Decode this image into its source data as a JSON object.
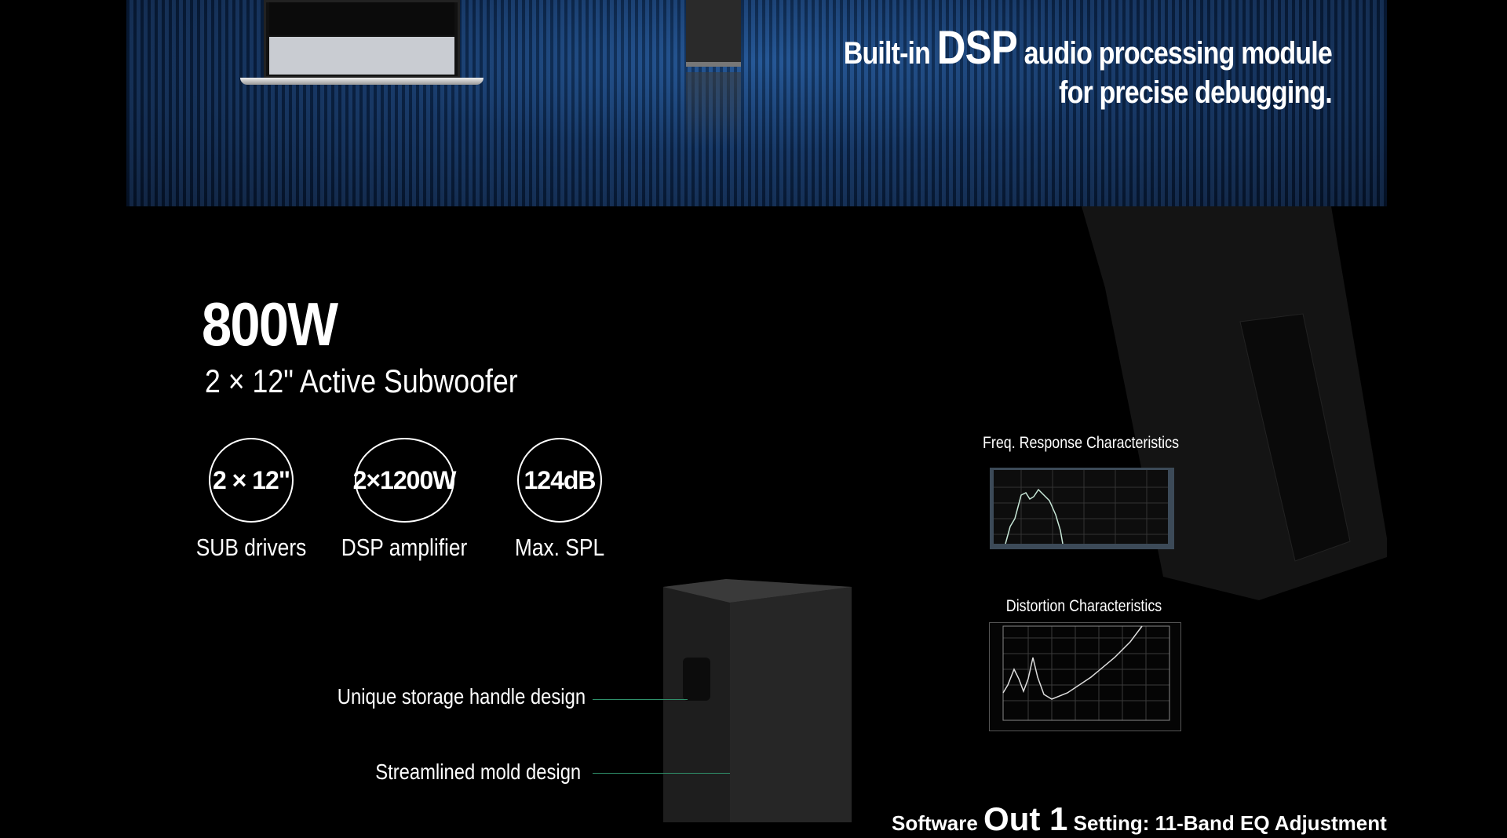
{
  "banner": {
    "headline_prefix": "Built-in",
    "headline_emphasis": "DSP",
    "headline_suffix": "audio processing module",
    "headline_line2": "for precise debugging."
  },
  "product": {
    "title": "800W",
    "subtitle": "2 × 12\"  Active Subwoofer"
  },
  "specs": [
    {
      "value": "2 × 12\"",
      "label": "SUB drivers"
    },
    {
      "value": "2×1200W",
      "label": "DSP amplifier"
    },
    {
      "value": "124dB",
      "label": "Max. SPL"
    }
  ],
  "callouts": [
    {
      "label": "Unique storage handle design"
    },
    {
      "label": "Streamlined mold design"
    }
  ],
  "graphs": {
    "freq_caption": "Freq. Response Characteristics",
    "distortion_caption": "Distortion Characteristics"
  },
  "bottom": {
    "prefix": "Software",
    "emphasis": "Out 1",
    "suffix": "Setting: 11-Band EQ Adjustment"
  },
  "colors": {
    "accent_line": "#2f8f6a",
    "banner": "#0d2c58",
    "background": "#000000"
  }
}
